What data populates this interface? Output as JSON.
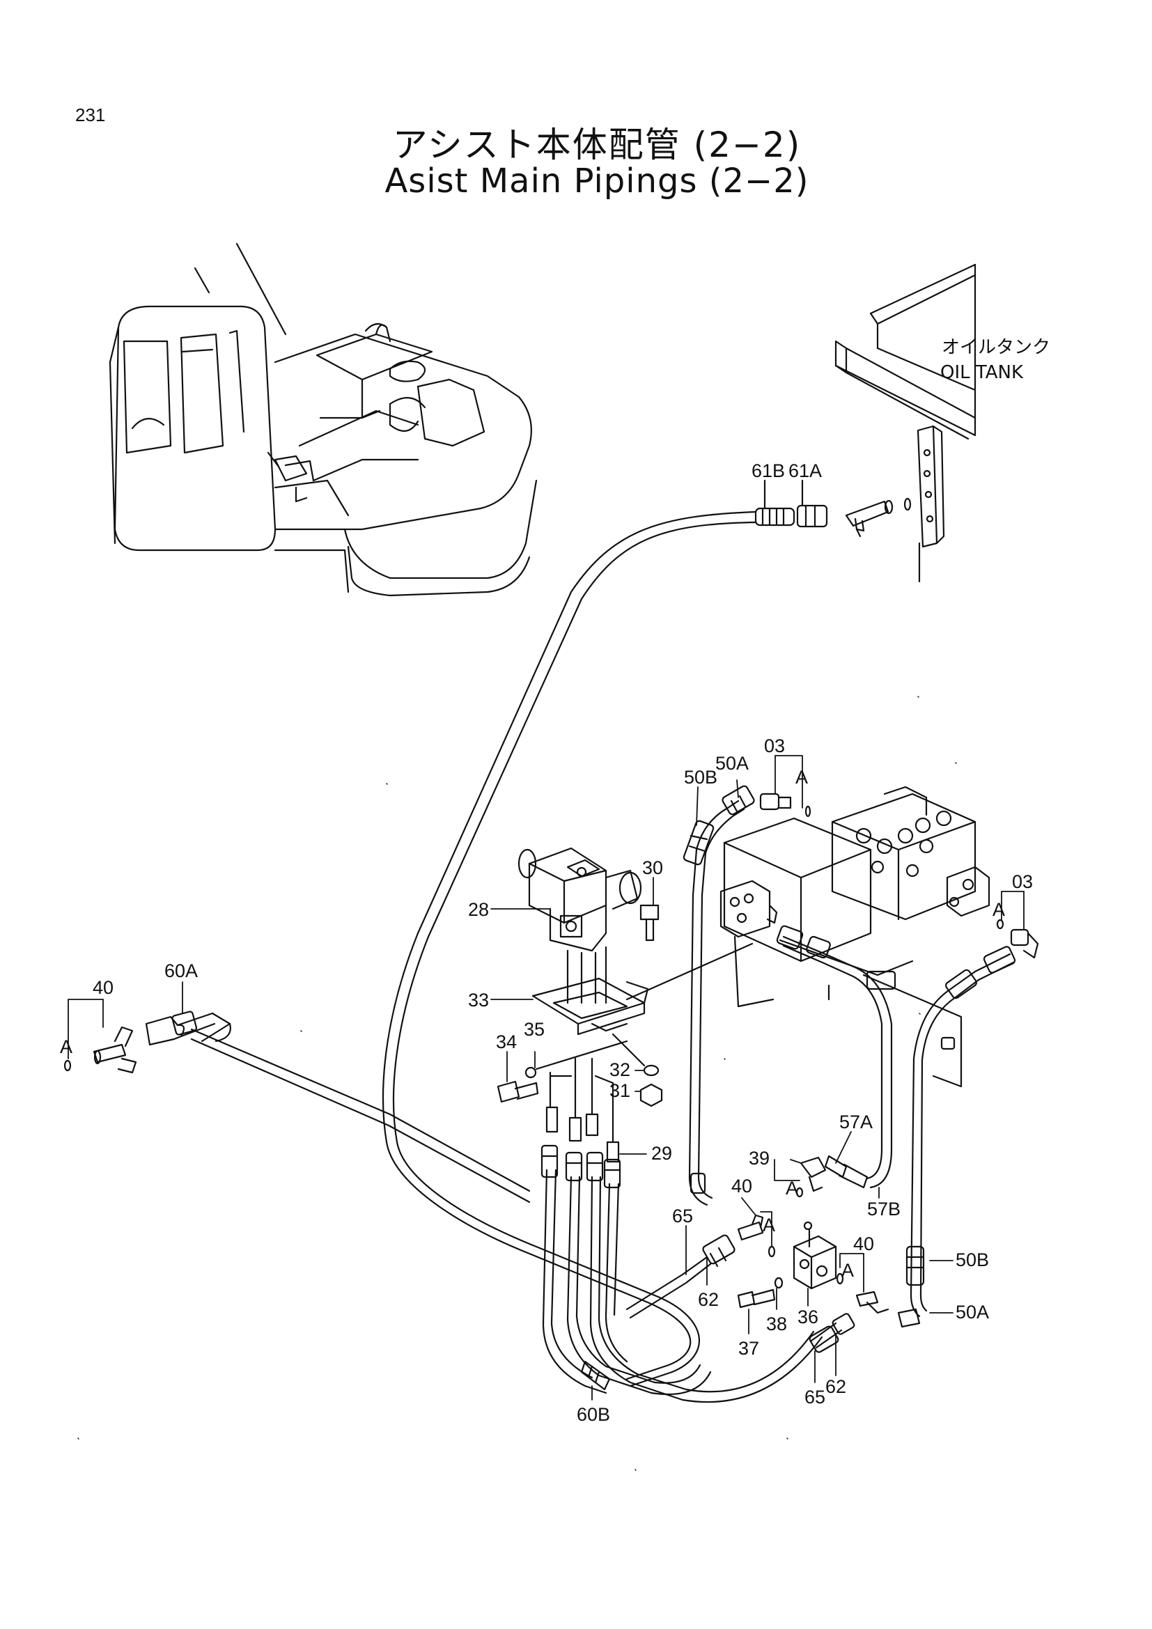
{
  "page_number": "231",
  "title_jp": "アシスト本体配管 (2−2)",
  "title_en": "Asist Main Pipings (2−2)",
  "oil_tank": {
    "label_jp": "オイルタンク",
    "label_en": "OIL TANK"
  },
  "callouts": [
    {
      "id": "c61B",
      "text": "61B"
    },
    {
      "id": "c61A",
      "text": "61A"
    },
    {
      "id": "c03a",
      "text": "03"
    },
    {
      "id": "cAa",
      "text": "A"
    },
    {
      "id": "c50Ba",
      "text": "50B"
    },
    {
      "id": "c50Aa",
      "text": "50A"
    },
    {
      "id": "c30",
      "text": "30"
    },
    {
      "id": "c28",
      "text": "28"
    },
    {
      "id": "c03b",
      "text": "03"
    },
    {
      "id": "cAb",
      "text": "A"
    },
    {
      "id": "c40a",
      "text": "40"
    },
    {
      "id": "c60A",
      "text": "60A"
    },
    {
      "id": "cAc",
      "text": "A"
    },
    {
      "id": "c33",
      "text": "33"
    },
    {
      "id": "c34",
      "text": "34"
    },
    {
      "id": "c35",
      "text": "35"
    },
    {
      "id": "c32",
      "text": "32"
    },
    {
      "id": "c31",
      "text": "31"
    },
    {
      "id": "c29",
      "text": "29"
    },
    {
      "id": "c57A",
      "text": "57A"
    },
    {
      "id": "c39",
      "text": "39"
    },
    {
      "id": "cAd",
      "text": "A"
    },
    {
      "id": "c57B",
      "text": "57B"
    },
    {
      "id": "c40b",
      "text": "40"
    },
    {
      "id": "cAe",
      "text": "A"
    },
    {
      "id": "c65a",
      "text": "65"
    },
    {
      "id": "c40c",
      "text": "40"
    },
    {
      "id": "cAf",
      "text": "A"
    },
    {
      "id": "c50Bb",
      "text": "50B"
    },
    {
      "id": "c62a",
      "text": "62"
    },
    {
      "id": "c36",
      "text": "36"
    },
    {
      "id": "c37",
      "text": "37"
    },
    {
      "id": "c38",
      "text": "38"
    },
    {
      "id": "c50Ab",
      "text": "50A"
    },
    {
      "id": "c65b",
      "text": "65"
    },
    {
      "id": "c62b",
      "text": "62"
    },
    {
      "id": "c60B",
      "text": "60B"
    }
  ]
}
